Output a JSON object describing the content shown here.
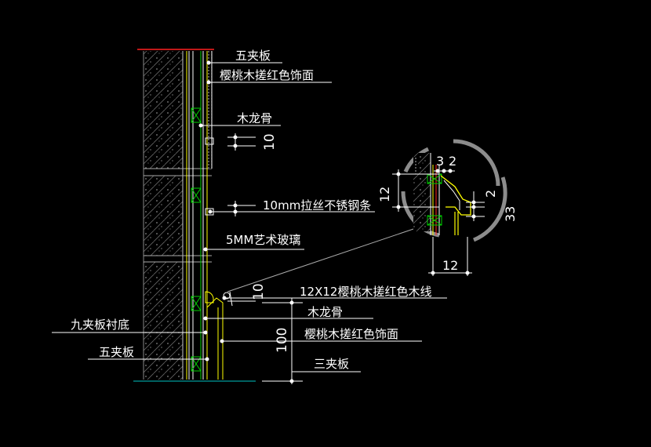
{
  "labels": {
    "top_wubajiaban": "五夹板",
    "top_facing": "樱桃木搓红色饰面",
    "top_keel": "木龙骨",
    "steel_strip": "10mm拉丝不锈钢条",
    "art_glass": "5MM艺术玻璃",
    "wood_strip": "12X12樱桃木搓红色木线",
    "bottom_keel": "木龙骨",
    "bottom_facing": "樱桃木搓红色饰面",
    "jiujiaban": "九夹板衬底",
    "bottom_wujiaban": "五夹板",
    "sanjiaban": "三夹板"
  },
  "dimensions": {
    "top_gap": "10",
    "lower_gap": "10",
    "skirting_height": "100",
    "detail_3": "3",
    "detail_2a": "2",
    "detail_12_vertical": "12",
    "detail_2b": "2",
    "detail_33": "33",
    "detail_12_horizontal": "12"
  },
  "colors": {
    "background": "#000000",
    "line": "#ffffff",
    "accent_red": "#ff2020",
    "green": "#00d000",
    "yellow": "#ffff00",
    "grey": "#8c8c8c"
  }
}
